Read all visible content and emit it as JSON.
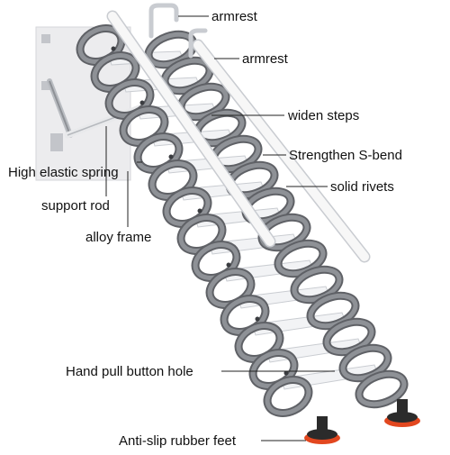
{
  "labels": {
    "armrest_1": "armrest",
    "armrest_2": "armrest",
    "widen_steps": "widen steps",
    "strengthen_s_bend": "Strengthen S-bend",
    "high_elastic_spring": "High elastic spring",
    "solid_rivets": "solid rivets",
    "support_rod": "support rod",
    "alloy_frame": "alloy frame",
    "hand_pull_button_hole": "Hand pull button hole",
    "anti_slip_rubber_feet": "Anti-slip rubber feet"
  },
  "colors": {
    "background": "#ffffff",
    "frame_grey": "#8e9196",
    "frame_dark": "#5f6166",
    "step_white": "#f2f3f5",
    "rail_white": "#f7f7f7",
    "rail_shadow": "#c9ccd1",
    "rubber_foot": "#2b2b2b",
    "foot_accent": "#e2471f",
    "leader_line": "#222222"
  }
}
